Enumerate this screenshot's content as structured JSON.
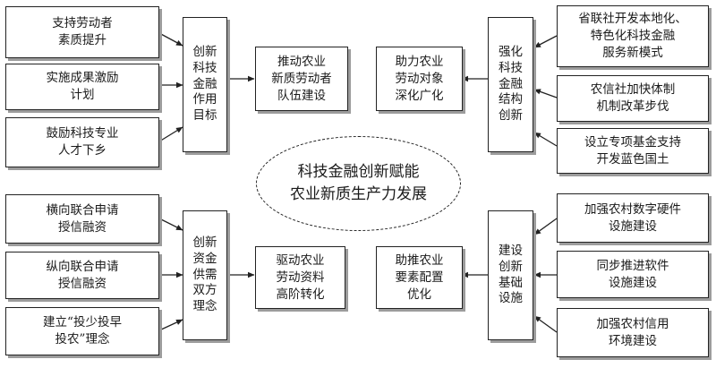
{
  "center": {
    "title": "科技金融创新赋能\n农业新质生产力发展"
  },
  "top_left": {
    "leaves": [
      "支持劳动者\n素质提升",
      "实施成果激励\n计划",
      "鼓励科技专业\n人才下乡"
    ],
    "category": "创新\n科技\n金融\n作用\n目标",
    "result": "推动农业\n新质劳动者\n队伍建设"
  },
  "top_right": {
    "result": "助力农业\n劳动对象\n深化广化",
    "category": "强化\n科技\n金融\n结构\n创新",
    "leaves": [
      "省联社开发本地化、\n特色化科技金融\n服务新模式",
      "农信社加快体制\n机制改革步伐",
      "设立专项基金支持\n开发蓝色国土"
    ]
  },
  "bottom_left": {
    "leaves": [
      "横向联合申请\n授信融资",
      "纵向联合申请\n授信融资",
      "建立“投少投早\n投农”理念"
    ],
    "category": "创新\n资金\n供需\n双方\n理念",
    "result": "驱动农业\n劳动资料\n高阶转化"
  },
  "bottom_right": {
    "result": "助推农业\n要素配置\n优化",
    "category": "建设\n创新\n基础\n设施",
    "leaves": [
      "加强农村数字硬件\n设施建设",
      "同步推进软件\n设施建设",
      "加强农村信用\n环境建设"
    ]
  }
}
